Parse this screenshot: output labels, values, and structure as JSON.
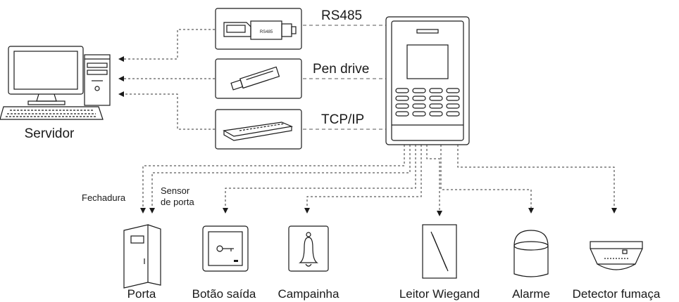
{
  "server": {
    "label": "Servidor"
  },
  "connections": {
    "rs485": "RS485",
    "pen_drive": "Pen drive",
    "tcpip": "TCP/IP",
    "adapter_text": "RS485"
  },
  "peripherals": {
    "lock": "Fechadura",
    "door_sensor_line1": "Sensor",
    "door_sensor_line2": "de porta",
    "door": "Porta",
    "exit_button": "Botão saída",
    "doorbell": "Campainha",
    "wiegand_reader": "Leitor Wiegand",
    "alarm": "Alarme",
    "smoke_detector": "Detector fumaça"
  }
}
